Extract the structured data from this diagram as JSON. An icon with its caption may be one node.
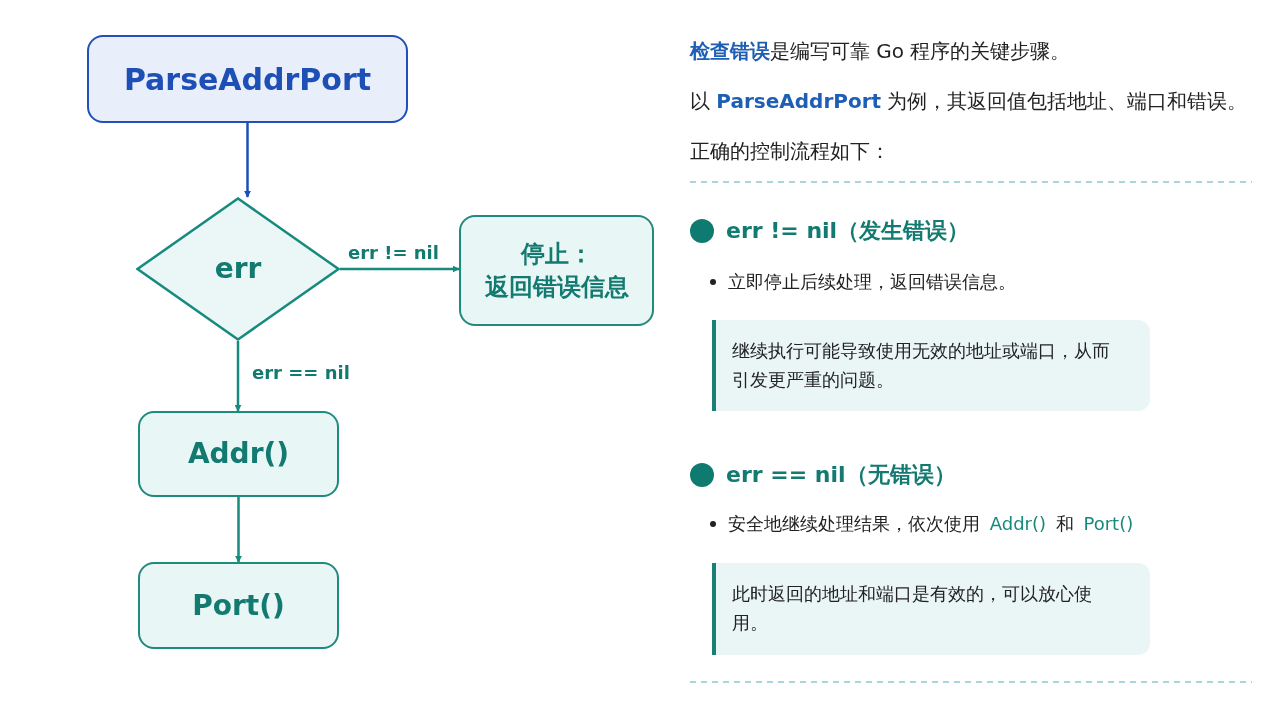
{
  "diagram": {
    "nodes": [
      {
        "text": [
          "ParseAddrPort"
        ]
      },
      {
        "text": [
          "err"
        ]
      },
      {
        "text": [
          "停止：",
          "返回错误信息"
        ]
      },
      {
        "text": [
          "Addr()"
        ]
      },
      {
        "text": [
          "Port()"
        ]
      },
      {
        "text": [
          "继续执行可能导致使用无效的地址或端口，从而引发更严重的问题。"
        ]
      },
      {
        "text": [
          "此时返回的地址和端口是有效的，可以放心使用。"
        ]
      }
    ],
    "edges": [
      {
        "from": 0,
        "to": 1,
        "arrow": "to",
        "color": "#1e4fb5"
      },
      {
        "from": 1,
        "to": 2,
        "arrow": "to",
        "label": "err != nil"
      },
      {
        "from": 1,
        "to": 3,
        "arrow": "to",
        "label": "err == nil"
      },
      {
        "from": 3,
        "to": 4,
        "arrow": "to"
      }
    ],
    "labels": [
      "**检查错误**是编写可靠 Go 程序的关键步骤。",
      "以 **ParseAddrPort** 为例，其返回值包括地址、端口和错误。",
      "正确的控制流程如下：",
      "err != nil（发生错误）",
      "立即停止后续处理，返回错误信息。",
      "err == nil（无错误）",
      "安全地继续处理结果，依次使用 **Addr()** 和 **Port()**"
    ]
  }
}
